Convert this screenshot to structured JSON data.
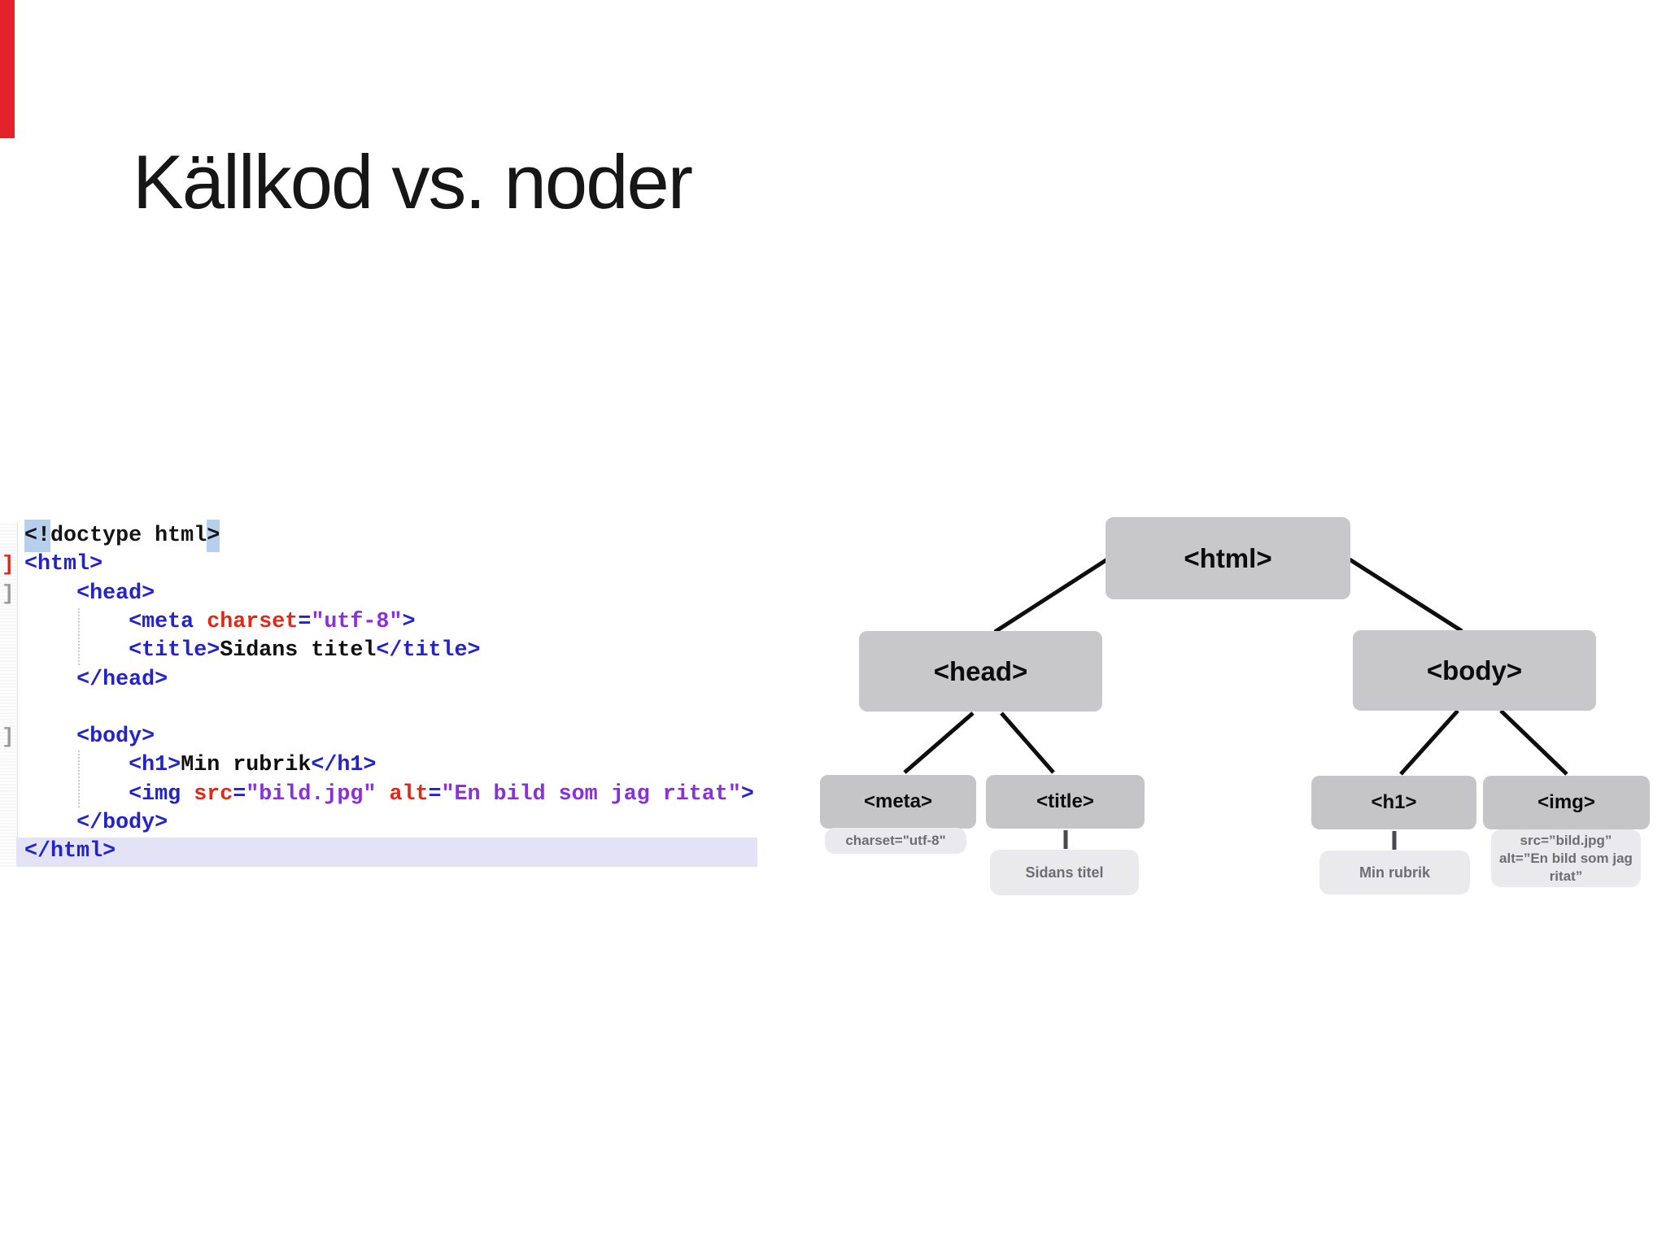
{
  "slide": {
    "title": "Källkod vs. noder"
  },
  "accent_colors": {
    "red_bar": "#e3222b",
    "tag_blue": "#2323c8",
    "attribute_red": "#e02818",
    "value_purple": "#8a30d8",
    "selection_blue": "#b5cfec",
    "current_line_lavender": "#e3e3f5",
    "node_gray": "#c8c8ca",
    "label_gray": "#eaeaec"
  },
  "code": {
    "lines": [
      {
        "margin": "",
        "current": false,
        "segments": [
          {
            "t": "<!",
            "c": "plain",
            "h": true
          },
          {
            "t": "doctype html",
            "c": "plain"
          },
          {
            "t": ">",
            "c": "plain",
            "h": true
          }
        ]
      },
      {
        "margin": "red",
        "current": false,
        "segments": [
          {
            "t": "<html>",
            "c": "tag"
          }
        ]
      },
      {
        "margin": "gray",
        "current": false,
        "segments": [
          {
            "t": "    ",
            "c": "plain"
          },
          {
            "t": "<head>",
            "c": "tag"
          }
        ]
      },
      {
        "margin": "",
        "current": false,
        "segments": [
          {
            "t": "        ",
            "c": "plain"
          },
          {
            "t": "<meta ",
            "c": "tag"
          },
          {
            "t": "charset",
            "c": "attr"
          },
          {
            "t": "=",
            "c": "tag"
          },
          {
            "t": "\"utf-8\"",
            "c": "val"
          },
          {
            "t": ">",
            "c": "tag"
          }
        ]
      },
      {
        "margin": "",
        "current": false,
        "segments": [
          {
            "t": "        ",
            "c": "plain"
          },
          {
            "t": "<title>",
            "c": "tag"
          },
          {
            "t": "Sidans titel",
            "c": "txt"
          },
          {
            "t": "</title>",
            "c": "tag"
          }
        ]
      },
      {
        "margin": "",
        "current": false,
        "segments": [
          {
            "t": "    ",
            "c": "plain"
          },
          {
            "t": "</head>",
            "c": "tag"
          }
        ]
      },
      {
        "margin": "",
        "current": false,
        "segments": []
      },
      {
        "margin": "gray",
        "current": false,
        "segments": [
          {
            "t": "    ",
            "c": "plain"
          },
          {
            "t": "<body>",
            "c": "tag"
          }
        ]
      },
      {
        "margin": "",
        "current": false,
        "segments": [
          {
            "t": "        ",
            "c": "plain"
          },
          {
            "t": "<h1>",
            "c": "tag"
          },
          {
            "t": "Min rubrik",
            "c": "txt"
          },
          {
            "t": "</h1>",
            "c": "tag"
          }
        ]
      },
      {
        "margin": "",
        "current": false,
        "segments": [
          {
            "t": "        ",
            "c": "plain"
          },
          {
            "t": "<img ",
            "c": "tag"
          },
          {
            "t": "src",
            "c": "attr"
          },
          {
            "t": "=",
            "c": "tag"
          },
          {
            "t": "\"bild.jpg\"",
            "c": "val"
          },
          {
            "t": " ",
            "c": "plain"
          },
          {
            "t": "alt",
            "c": "attr"
          },
          {
            "t": "=",
            "c": "tag"
          },
          {
            "t": "\"En bild som jag ritat\"",
            "c": "val"
          },
          {
            "t": ">",
            "c": "tag"
          }
        ]
      },
      {
        "margin": "",
        "current": false,
        "segments": [
          {
            "t": "    ",
            "c": "plain"
          },
          {
            "t": "</body>",
            "c": "tag"
          }
        ]
      },
      {
        "margin": "",
        "current": true,
        "segments": [
          {
            "t": "</html>",
            "c": "tag"
          }
        ]
      }
    ]
  },
  "tree": {
    "nodes": {
      "html": {
        "label": "<html>"
      },
      "head": {
        "label": "<head>"
      },
      "body": {
        "label": "<body>"
      },
      "meta": {
        "label": "<meta>"
      },
      "title": {
        "label": "<title>"
      },
      "h1": {
        "label": "<h1>"
      },
      "img": {
        "label": "<img>"
      }
    },
    "attr_labels": {
      "charset": {
        "line1": "charset=\"utf-8\""
      },
      "sidans": {
        "line1": "Sidans titel"
      },
      "minrubrik": {
        "line1": "Min rubrik"
      },
      "srcalt": {
        "line1": "src=”bild.jpg”",
        "line2": "alt=”En bild som jag",
        "line3": "ritat”"
      }
    }
  }
}
